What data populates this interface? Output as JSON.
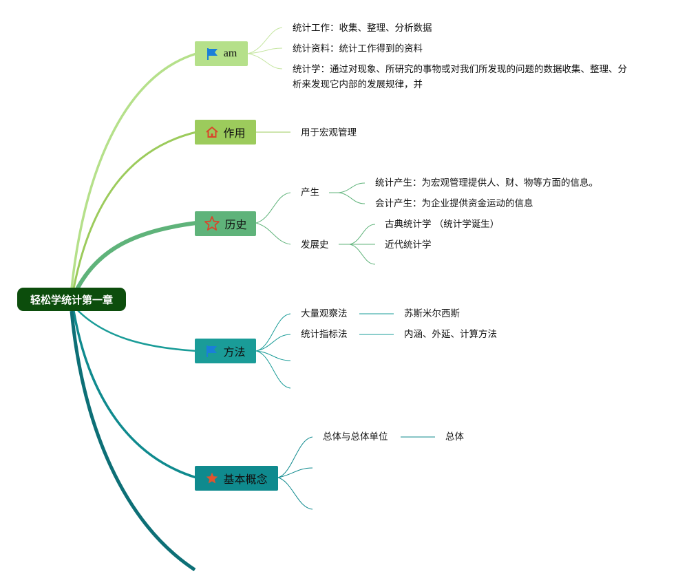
{
  "root": {
    "label": "轻松学统计第一章"
  },
  "topics": {
    "am": {
      "label": "am",
      "icon": "blue-flag-icon",
      "color": "#b5e08a",
      "children": [
        "统计工作：收集、整理、分析数据",
        "统计资料：统计工作得到的资料",
        "统计学：通过对现象、所研究的事物或对我们所发现的问题的数据收集、整理、分析来发现它内部的发展规律，并"
      ]
    },
    "role": {
      "label": "作用",
      "icon": "house-icon",
      "color": "#9ccb5c",
      "children": [
        "用于宏观管理"
      ]
    },
    "history": {
      "label": "历史",
      "icon": "star-outline-icon",
      "color": "#5fb37a",
      "children": [
        {
          "label": "产生",
          "children": [
            "统计产生：为宏观管理提供人、财、物等方面的信息。",
            "会计产生：为企业提供资金运动的信息"
          ]
        },
        {
          "label": "发展史",
          "children": [
            "古典统计学 （统计学诞生）",
            "近代统计学"
          ]
        }
      ]
    },
    "method": {
      "label": "方法",
      "icon": "blue-flag-icon",
      "color": "#1a9c98",
      "children": [
        {
          "label": "大量观察法",
          "detail": "苏斯米尔西斯"
        },
        {
          "label": "统计指标法",
          "detail": "内涵、外延、计算方法"
        }
      ]
    },
    "concept": {
      "label": "基本概念",
      "icon": "star-filled-icon",
      "color": "#0f8a8e",
      "children": [
        {
          "label": "总体与总体单位",
          "detail": "总体"
        }
      ]
    }
  },
  "colors": {
    "root_fill": "#0c4d0c",
    "flag_blue": "#1a7fd8",
    "icon_red": "#d9452b"
  }
}
